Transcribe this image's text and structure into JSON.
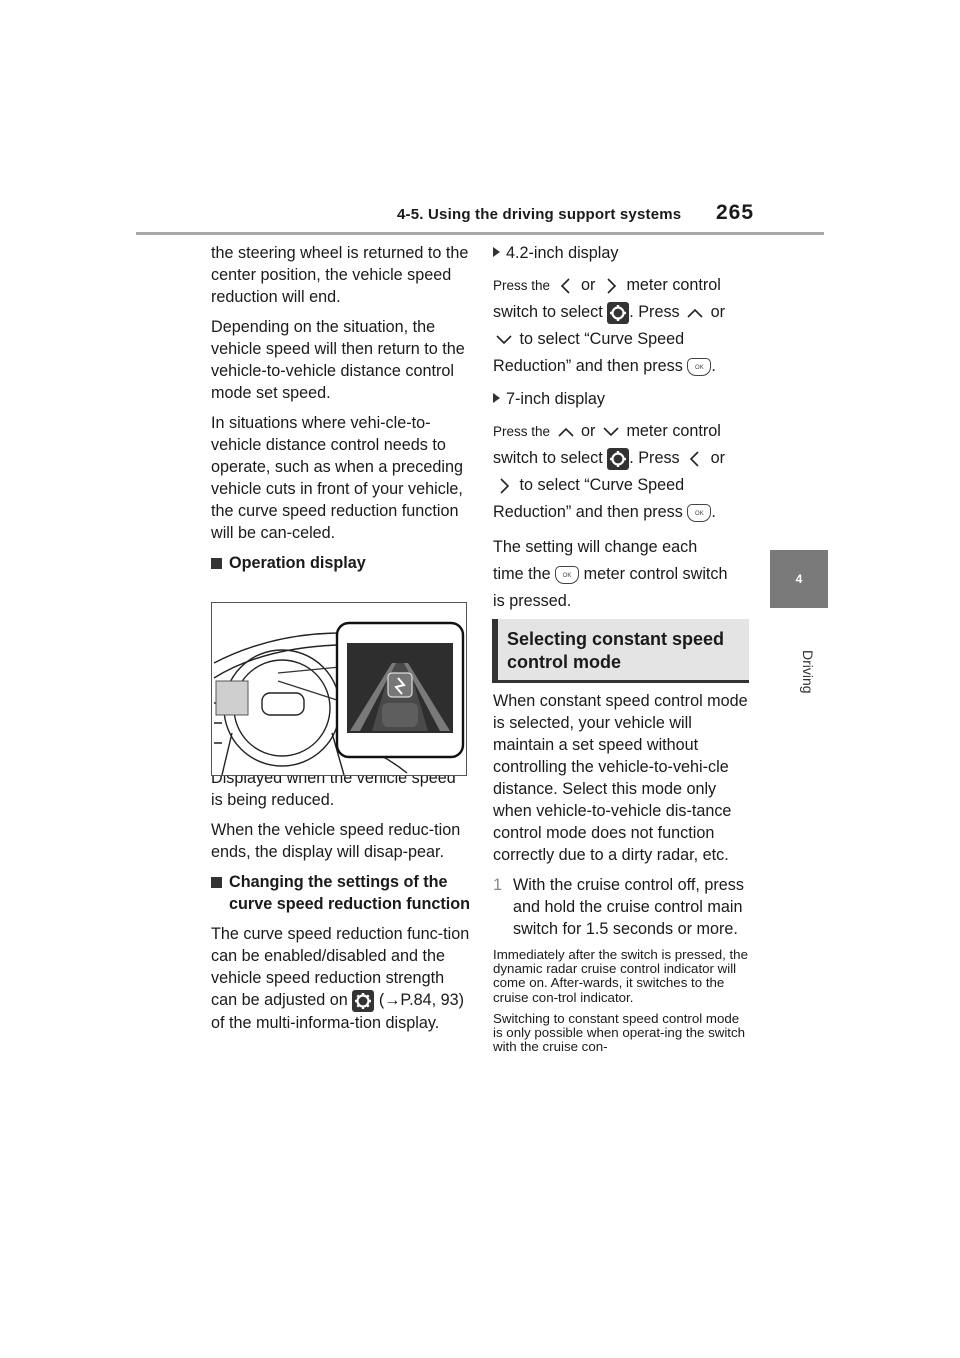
{
  "header": {
    "section_title": "4-5. Using the driving support systems",
    "page_number": "265"
  },
  "tab": {
    "chapter_number": "4",
    "chapter_label": "Driving"
  },
  "left_column": {
    "para1": "the steering wheel is returned to the center position, the vehicle speed reduction will end.",
    "para2": "Depending on the situation, the vehicle speed will then return to the vehicle-to-vehicle distance control mode set speed.",
    "para3": "In situations where vehi-cle-to-vehicle distance control needs to operate, such as when a preceding vehicle cuts in front of your vehicle, the curve speed reduction function will be can-celed.",
    "heading_operation": "Operation display",
    "caption": "Displayed when the vehicle speed is being reduced.",
    "para4": "When the vehicle speed reduc-tion ends, the display will disap-pear.",
    "heading_settings": "Changing the settings of the curve speed reduction function",
    "para5_a": "The curve speed reduction func-tion can be enabled/disabled and the vehicle speed reduction strength can be adjusted on",
    "para5_b": "(→P.84, 93) of the multi-informa-tion display."
  },
  "right_column": {
    "display1_label": "4.2-inch display",
    "display1_press": "Press the",
    "display1_or": "or",
    "display1_meter": "meter control",
    "display1_switch": "switch to select",
    "display1_press2": ". Press",
    "display1_or2": "or",
    "display1_select": "to select “Curve Speed",
    "display1_then": "Reduction” and then press",
    "period": ".",
    "display2_label": "7-inch display",
    "display2_press": "Press the",
    "display2_or": "or",
    "display2_meter": "meter control",
    "display2_switch": "switch to select",
    "display2_press2": ". Press",
    "display2_or2": "or",
    "display2_select": "to select “Curve Speed",
    "display2_then": "Reduction” and then press",
    "setting_line1": "The setting will change each",
    "setting_time": "time the",
    "setting_rest": "meter control switch",
    "setting_line3": "is pressed.",
    "section_heading": "Selecting constant speed control mode",
    "section_para": "When constant speed control mode is selected, your vehicle will maintain a set speed without controlling the vehicle-to-vehi-cle distance. Select this mode only when vehicle-to-vehicle dis-tance control mode does not function correctly due to a dirty radar, etc.",
    "step_number": "1",
    "step_text": "With the cruise control off, press and hold the cruise control main switch for 1.5 seconds or more.",
    "fine1": "Immediately after the switch is pressed, the dynamic radar cruise control indicator will come on. After-wards, it switches to the cruise con-trol indicator.",
    "fine2": "Switching to constant speed control mode is only possible when operat-ing the switch with the cruise con-"
  },
  "icons": {
    "gear": "settings-gear-icon",
    "ok": "ok-button-icon",
    "ok_label": "OK",
    "left": "chevron-left-icon",
    "right": "chevron-right-icon",
    "up": "chevron-up-icon",
    "down": "chevron-down-icon"
  }
}
